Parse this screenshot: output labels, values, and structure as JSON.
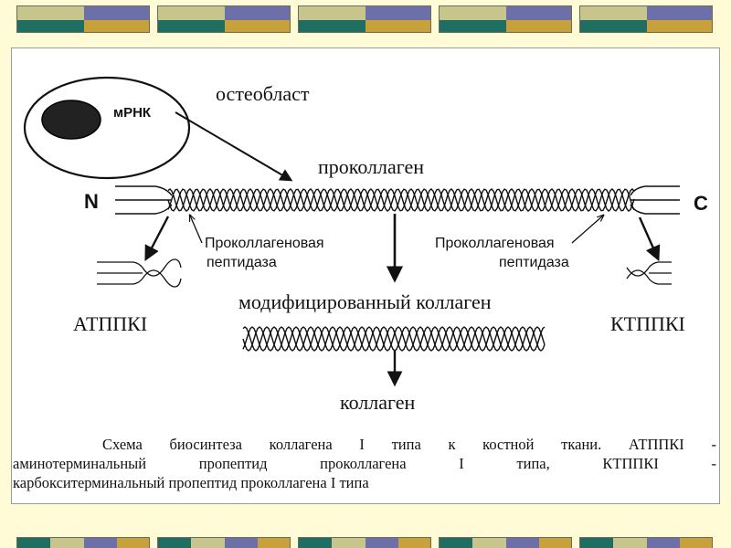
{
  "colors": {
    "background": "#fffbd6",
    "tile_olive": "#c7c58c",
    "tile_purple": "#6d6fa8",
    "tile_teal": "#1e6e64",
    "tile_gold": "#c8a13a",
    "tile_light": "#e9e6b0"
  },
  "diagram": {
    "cell_label": "остеобласт",
    "mrna_label": "мРНК",
    "procollagen_label": "проколлаген",
    "n_terminus": "N",
    "c_terminus": "C",
    "peptidase_left_line1": "Проколлагеновая",
    "peptidase_left_line2": "пептидаза",
    "peptidase_right_line1": "Проколлагеновая",
    "peptidase_right_line2": "пептидаза",
    "modified_label": "модифицированный коллаген",
    "left_fragment": "АТППКI",
    "right_fragment": "КТППКI",
    "collagen_label": "коллаген"
  },
  "caption": {
    "line1": "Схема биосинтеза коллагена I типа к костной ткани. АТППКI -",
    "line2": "аминотерминальный пропептид проколлагена I типа, КТППКI -",
    "line3": "карбокситерминальный пропептид проколлагена I типа"
  }
}
